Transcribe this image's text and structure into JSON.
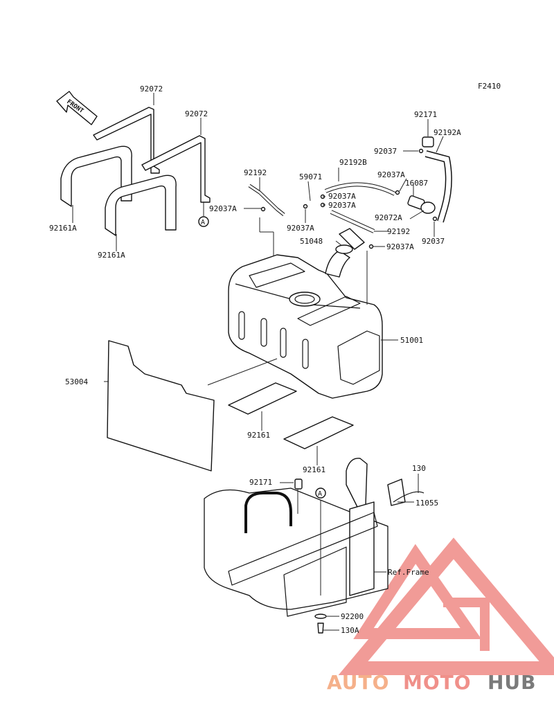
{
  "figure_code": "F2410",
  "front_label": "FRONT",
  "ref_frame_label": "Ref.Frame",
  "callouts": [
    {
      "id": "c1",
      "text": "92072"
    },
    {
      "id": "c2",
      "text": "92072"
    },
    {
      "id": "c3",
      "text": "92161A"
    },
    {
      "id": "c4",
      "text": "92161A"
    },
    {
      "id": "c5",
      "text": "92037A"
    },
    {
      "id": "c6",
      "text": "92192"
    },
    {
      "id": "c7",
      "text": "59071"
    },
    {
      "id": "c8",
      "text": "92192B"
    },
    {
      "id": "c9",
      "text": "92037A"
    },
    {
      "id": "c10",
      "text": "92037A"
    },
    {
      "id": "c11",
      "text": "92037A"
    },
    {
      "id": "c12",
      "text": "92037"
    },
    {
      "id": "c13",
      "text": "92171"
    },
    {
      "id": "c14",
      "text": "92192A"
    },
    {
      "id": "c15",
      "text": "92037A"
    },
    {
      "id": "c16",
      "text": "16087"
    },
    {
      "id": "c17",
      "text": "92072A"
    },
    {
      "id": "c18",
      "text": "92037"
    },
    {
      "id": "c19",
      "text": "92192"
    },
    {
      "id": "c20",
      "text": "51048"
    },
    {
      "id": "c21",
      "text": "92037A"
    },
    {
      "id": "c22",
      "text": "51001"
    },
    {
      "id": "c23",
      "text": "53004"
    },
    {
      "id": "c24",
      "text": "92161"
    },
    {
      "id": "c25",
      "text": "92161"
    },
    {
      "id": "c26",
      "text": "92171"
    },
    {
      "id": "c27",
      "text": "130"
    },
    {
      "id": "c28",
      "text": "11055"
    },
    {
      "id": "c29",
      "text": "92200"
    },
    {
      "id": "c30",
      "text": "130A"
    }
  ],
  "ref_markers": [
    {
      "id": "m1",
      "text": "A"
    },
    {
      "id": "m2",
      "text": "A"
    }
  ],
  "watermark": {
    "text_part1": "AUTO",
    "text_part2": "MOTO",
    "text_part3": "HUB",
    "color_part1": "#f5b08a",
    "color_part2": "#f0908a",
    "color_part3": "#7a7a7a",
    "logo_color": "#ef8a86"
  }
}
